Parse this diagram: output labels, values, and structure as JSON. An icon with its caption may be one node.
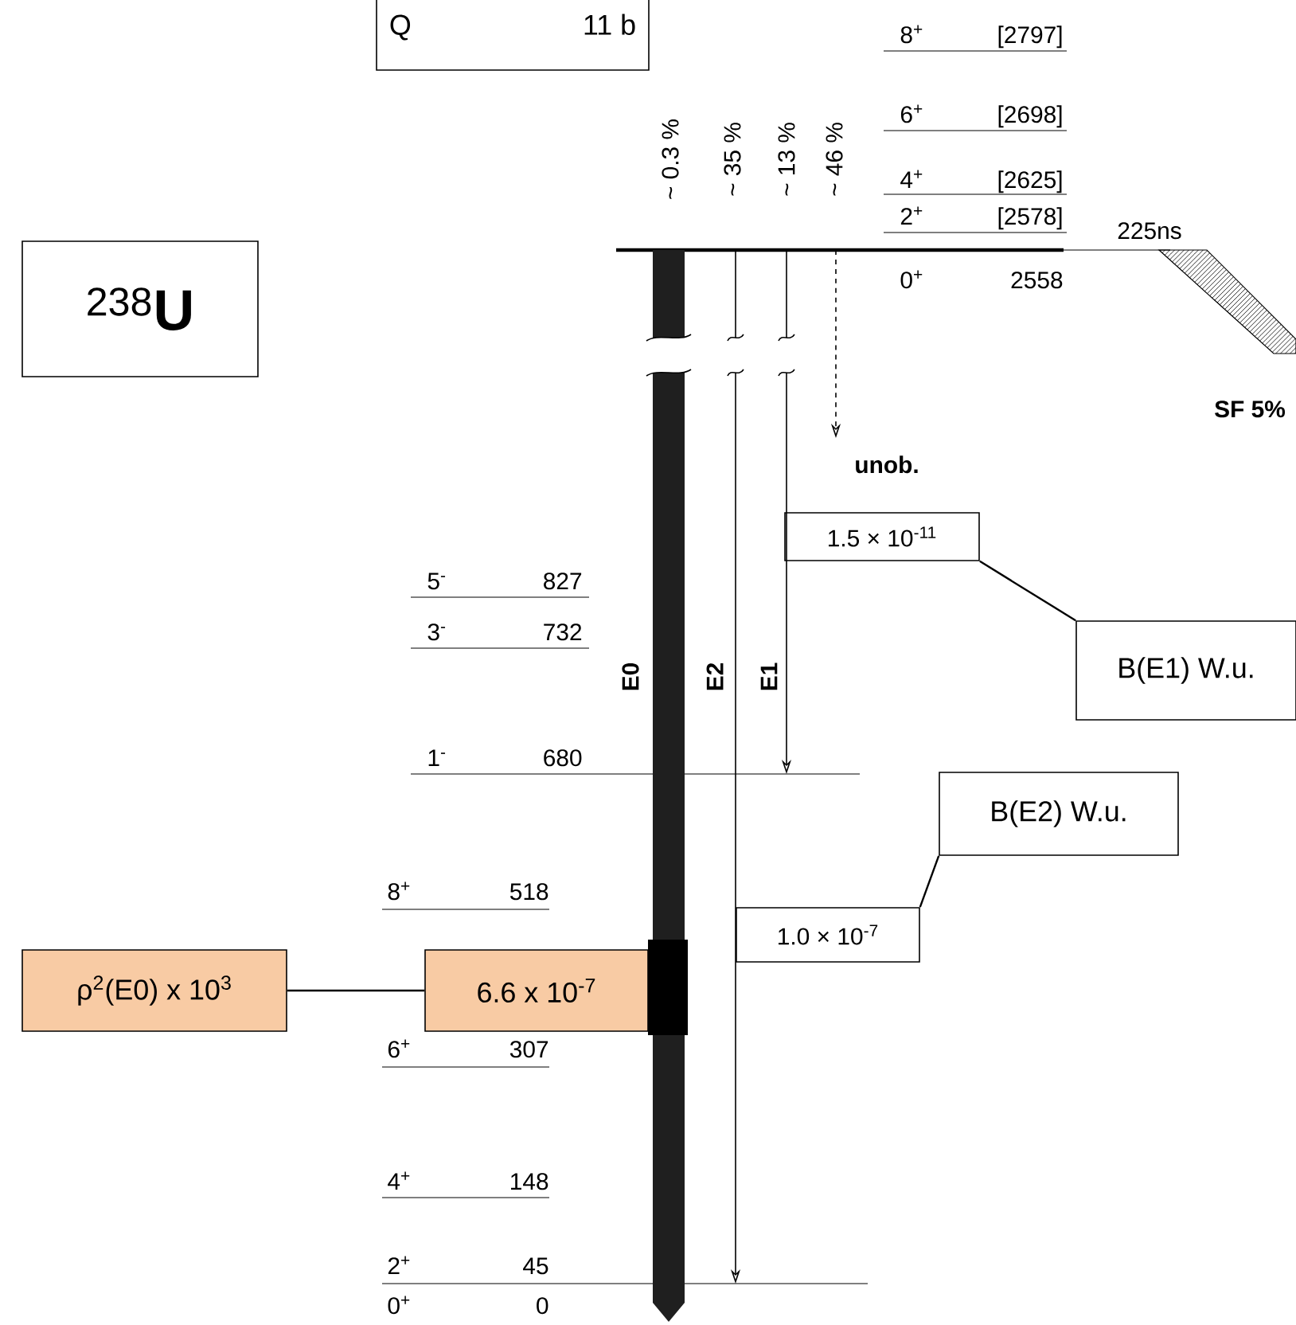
{
  "diagram": {
    "nodes": [
      {
        "text": [
          "Q",
          "11 b"
        ]
      },
      {
        "text": [
          "$^{238}$**U**"
        ]
      },
      {
        "text": [
          "1.5 × 10$^{-11}$"
        ]
      },
      {
        "text": [
          "B(E1) W.u."
        ]
      },
      {
        "text": [
          "B(E2) W.u."
        ]
      },
      {
        "text": [
          "1.0 × 10$^{-7}$"
        ]
      },
      {
        "text": [
          "ρ$^{2}$(E0) x 10$^{3}$"
        ]
      },
      {
        "text": [
          "6.6 x 10$^{-7}$"
        ]
      }
    ],
    "edges": [
      {
        "from": 2,
        "to": 3,
        "arrow": "none"
      },
      {
        "from": 4,
        "to": 5,
        "arrow": "none"
      },
      {
        "from": 6,
        "to": 7,
        "arrow": "none"
      }
    ],
    "labels": [
      "8$^{+}$",
      "[2797]",
      "6$^{+}$",
      "[2698]",
      "~ 0.3 %",
      "~ 35 %",
      "~ 13 %",
      "~ 46 %",
      "4$^{+}$",
      "[2625]",
      "2$^{+}$",
      "[2578]",
      "225ns",
      "0$^{+}$",
      "2558",
      "unob.",
      "SF 5%",
      "5$^{-}$",
      "827",
      "E0",
      "E2",
      "E1",
      "3$^{-}$",
      "732",
      "1$^{-}$",
      "680",
      "8$^{+}$",
      "518",
      "6$^{+}$",
      "307",
      "4$^{+}$",
      "148",
      "2$^{+}$",
      "45",
      "0$^{+}$",
      "0"
    ]
  }
}
